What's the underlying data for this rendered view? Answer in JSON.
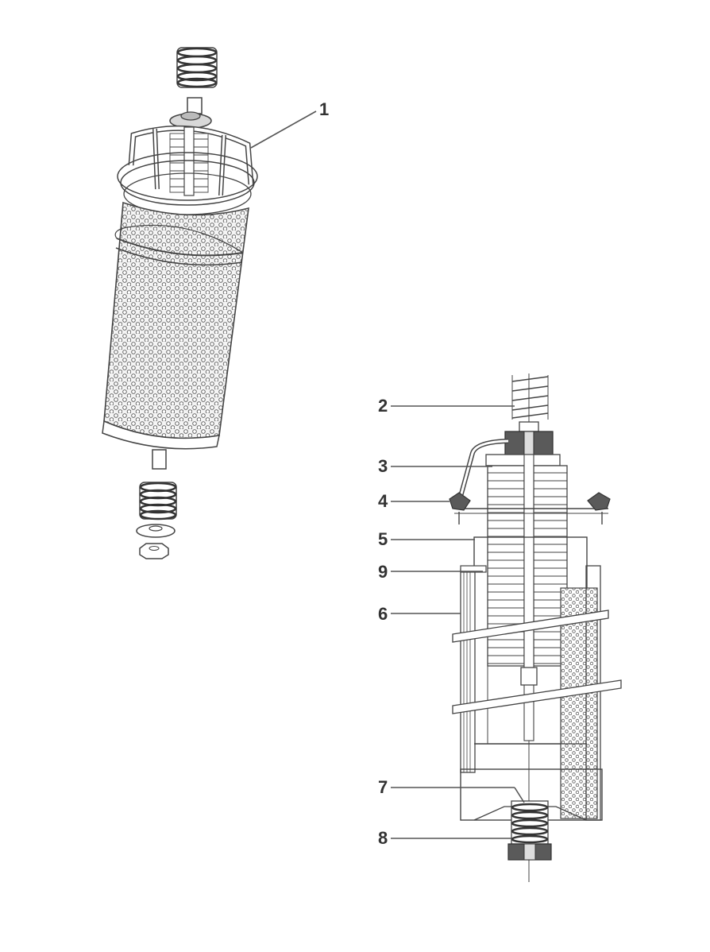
{
  "callouts": {
    "c1": "1",
    "c2": "2",
    "c3": "3",
    "c4": "4",
    "c5": "5",
    "c6": "6",
    "c7": "7",
    "c8": "8",
    "c9": "9"
  },
  "colors": {
    "line": "#444444",
    "fill_light": "#eeeeee",
    "fill_mid": "#bdbdbd",
    "fill_dark": "#5a5a5a",
    "background": "#ffffff"
  }
}
